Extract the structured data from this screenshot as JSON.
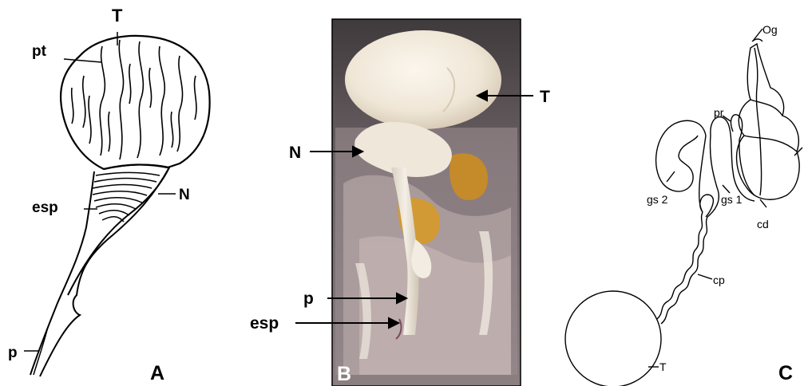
{
  "panel_a": {
    "letter": "A",
    "labels": {
      "T": "T",
      "pt": "pt",
      "esp": "esp",
      "N": "N",
      "p": "p"
    }
  },
  "panel_b": {
    "letter": "B",
    "labels": {
      "T": "T",
      "N": "N",
      "p": "p",
      "esp": "esp"
    }
  },
  "panel_c": {
    "letter": "C",
    "labels": {
      "Og": "Og",
      "pr": "pr",
      "gs2": "gs 2",
      "gs1": "gs 1",
      "cd": "cd",
      "cp": "cp",
      "T": "T"
    }
  },
  "colors": {
    "ink": "#000000",
    "photo_bg": "#6b5f63",
    "photo_organ": "#efe6d6"
  }
}
